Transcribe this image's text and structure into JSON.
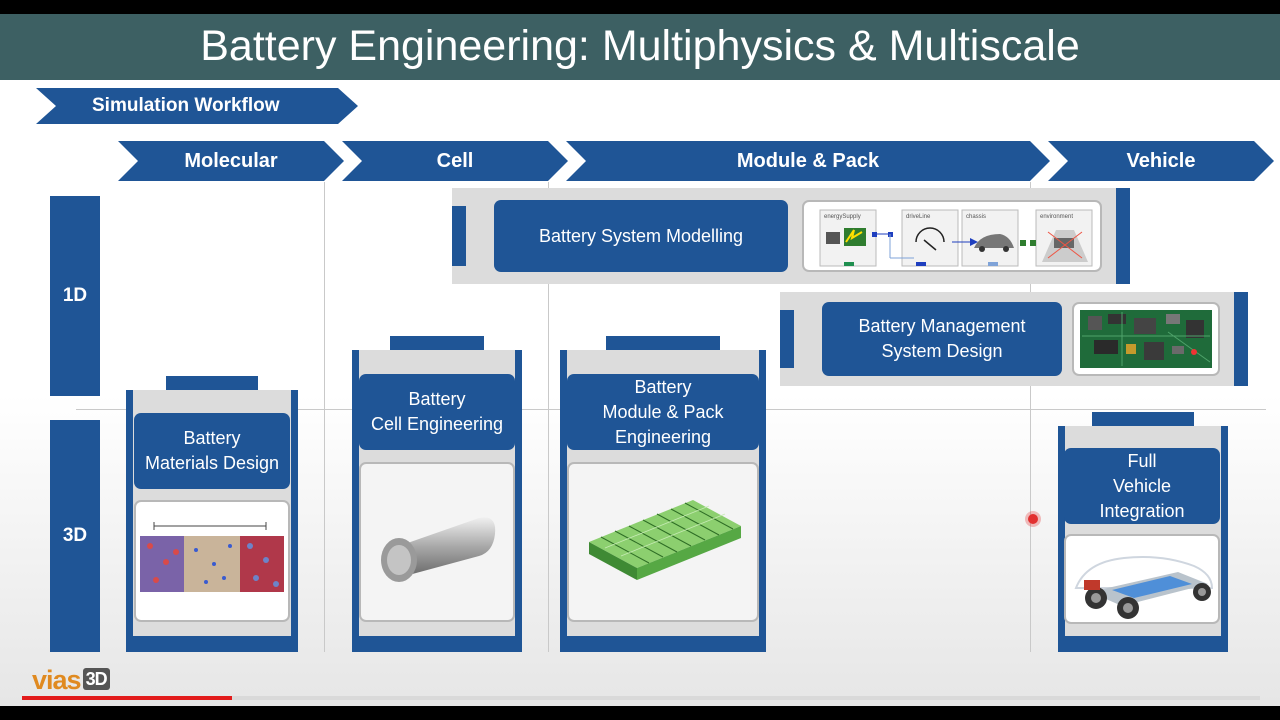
{
  "slide": {
    "title": "Battery Engineering: Multiphysics & Multiscale",
    "workflow_label": "Simulation Workflow",
    "stages": [
      "Molecular",
      "Cell",
      "Module & Pack",
      "Vehicle"
    ],
    "dimensions": [
      "1D",
      "3D"
    ]
  },
  "boxes": {
    "system_modelling": "Battery System Modelling",
    "bms": "Battery Management\nSystem Design",
    "materials": "Battery\nMaterials Design",
    "cell": "Battery\nCell Engineering",
    "module": "Battery\nModule & Pack\nEngineering",
    "vehicle": "Full\nVehicle\nIntegration"
  },
  "schematic_labels": [
    "energySupply",
    "driveLine",
    "chassis",
    "environment"
  ],
  "logo": {
    "main": "vias",
    "suffix": "3D"
  },
  "video": {
    "progress_percent": 17
  },
  "colors": {
    "brand_blue": "#1f5596",
    "title_bar": "#3d6063",
    "progress_red": "#e21b1b"
  },
  "icons": [
    "molecular-structure-image",
    "cylindrical-cell-image",
    "battery-pack-image",
    "vehicle-chassis-image",
    "pcb-board-image",
    "system-schematic-image"
  ]
}
